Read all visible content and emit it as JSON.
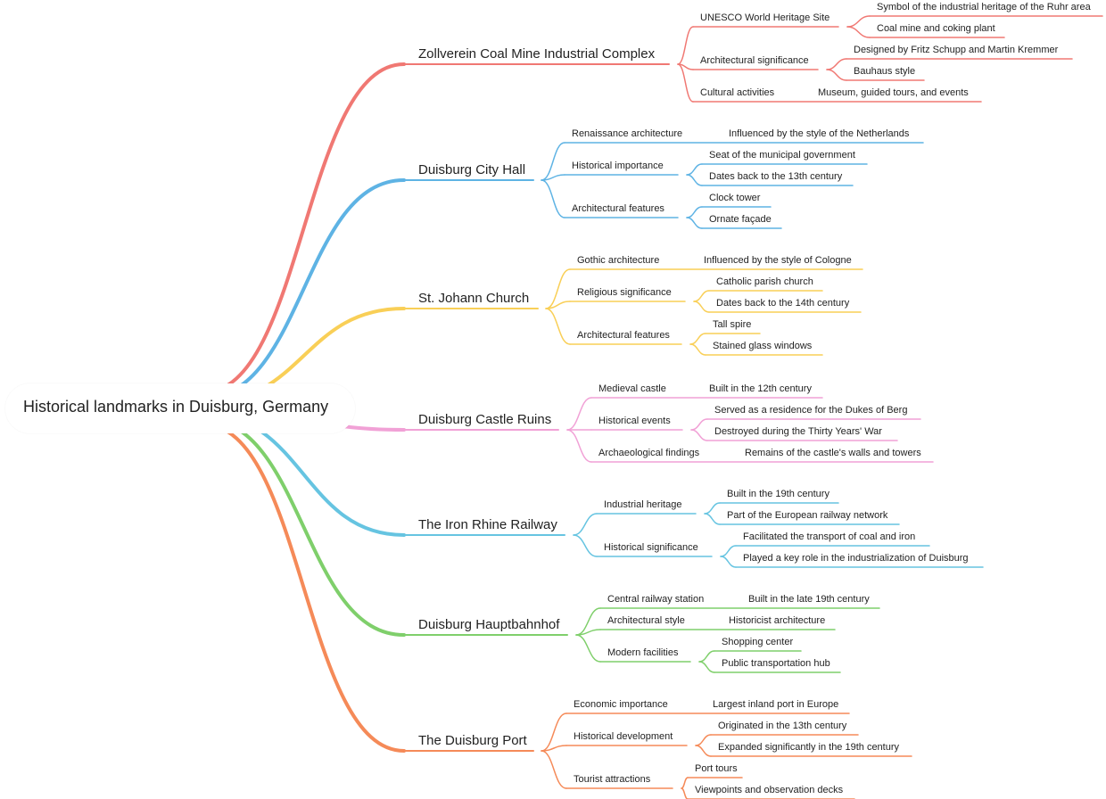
{
  "root": "Historical landmarks in Duisburg, Germany",
  "branches": [
    {
      "label": "Zollverein Coal Mine Industrial Complex",
      "color": "#f07873",
      "children": [
        {
          "label": "UNESCO World Heritage Site",
          "children": [
            {
              "label": "Symbol of the industrial heritage of the Ruhr area"
            },
            {
              "label": "Coal mine and coking plant"
            }
          ]
        },
        {
          "label": "Architectural significance",
          "children": [
            {
              "label": "Designed by Fritz Schupp and Martin Kremmer"
            },
            {
              "label": "Bauhaus style"
            }
          ]
        },
        {
          "label": "Cultural activities",
          "children": [
            {
              "label": "Museum, guided tours, and events"
            }
          ]
        }
      ]
    },
    {
      "label": "Duisburg City Hall",
      "color": "#5eb3e4",
      "children": [
        {
          "label": "Renaissance architecture",
          "children": [
            {
              "label": "Influenced by the style of the Netherlands"
            }
          ]
        },
        {
          "label": "Historical importance",
          "children": [
            {
              "label": "Seat of the municipal government"
            },
            {
              "label": "Dates back to the 13th century"
            }
          ]
        },
        {
          "label": "Architectural features",
          "children": [
            {
              "label": "Clock tower"
            },
            {
              "label": "Ornate façade"
            }
          ]
        }
      ]
    },
    {
      "label": "St. Johann Church",
      "color": "#f9cf57",
      "children": [
        {
          "label": "Gothic architecture",
          "children": [
            {
              "label": "Influenced by the style of Cologne"
            }
          ]
        },
        {
          "label": "Religious significance",
          "children": [
            {
              "label": "Catholic parish church"
            },
            {
              "label": "Dates back to the 14th century"
            }
          ]
        },
        {
          "label": "Architectural features",
          "children": [
            {
              "label": "Tall spire"
            },
            {
              "label": "Stained glass windows"
            }
          ]
        }
      ]
    },
    {
      "label": "Duisburg Castle Ruins",
      "color": "#f1a1d6",
      "children": [
        {
          "label": "Medieval castle",
          "children": [
            {
              "label": "Built in the 12th century"
            }
          ]
        },
        {
          "label": "Historical events",
          "children": [
            {
              "label": "Served as a residence for the Dukes of Berg"
            },
            {
              "label": "Destroyed during the Thirty Years' War"
            }
          ]
        },
        {
          "label": "Archaeological findings",
          "children": [
            {
              "label": "Remains of the castle's walls and towers"
            }
          ]
        }
      ]
    },
    {
      "label": "The Iron Rhine Railway",
      "color": "#66c4e1",
      "children": [
        {
          "label": "Industrial heritage",
          "children": [
            {
              "label": "Built in the 19th century"
            },
            {
              "label": "Part of the European railway network"
            }
          ]
        },
        {
          "label": "Historical significance",
          "children": [
            {
              "label": "Facilitated the transport of coal and iron"
            },
            {
              "label": "Played a key role in the industrialization of Duisburg"
            }
          ]
        }
      ]
    },
    {
      "label": "Duisburg Hauptbahnhof",
      "color": "#7fcf6b",
      "children": [
        {
          "label": "Central railway station",
          "children": [
            {
              "label": "Built in the late 19th century"
            }
          ]
        },
        {
          "label": "Architectural style",
          "children": [
            {
              "label": "Historicist architecture"
            }
          ]
        },
        {
          "label": "Modern facilities",
          "children": [
            {
              "label": "Shopping center"
            },
            {
              "label": "Public transportation hub"
            }
          ]
        }
      ]
    },
    {
      "label": "The Duisburg Port",
      "color": "#f58a58",
      "children": [
        {
          "label": "Economic importance",
          "children": [
            {
              "label": "Largest inland port in Europe"
            }
          ]
        },
        {
          "label": "Historical development",
          "children": [
            {
              "label": "Originated in the 13th century"
            },
            {
              "label": "Expanded significantly in the 19th century"
            }
          ]
        },
        {
          "label": "Tourist attractions",
          "children": [
            {
              "label": "Port tours"
            },
            {
              "label": "Viewpoints and observation decks"
            }
          ]
        }
      ]
    }
  ]
}
